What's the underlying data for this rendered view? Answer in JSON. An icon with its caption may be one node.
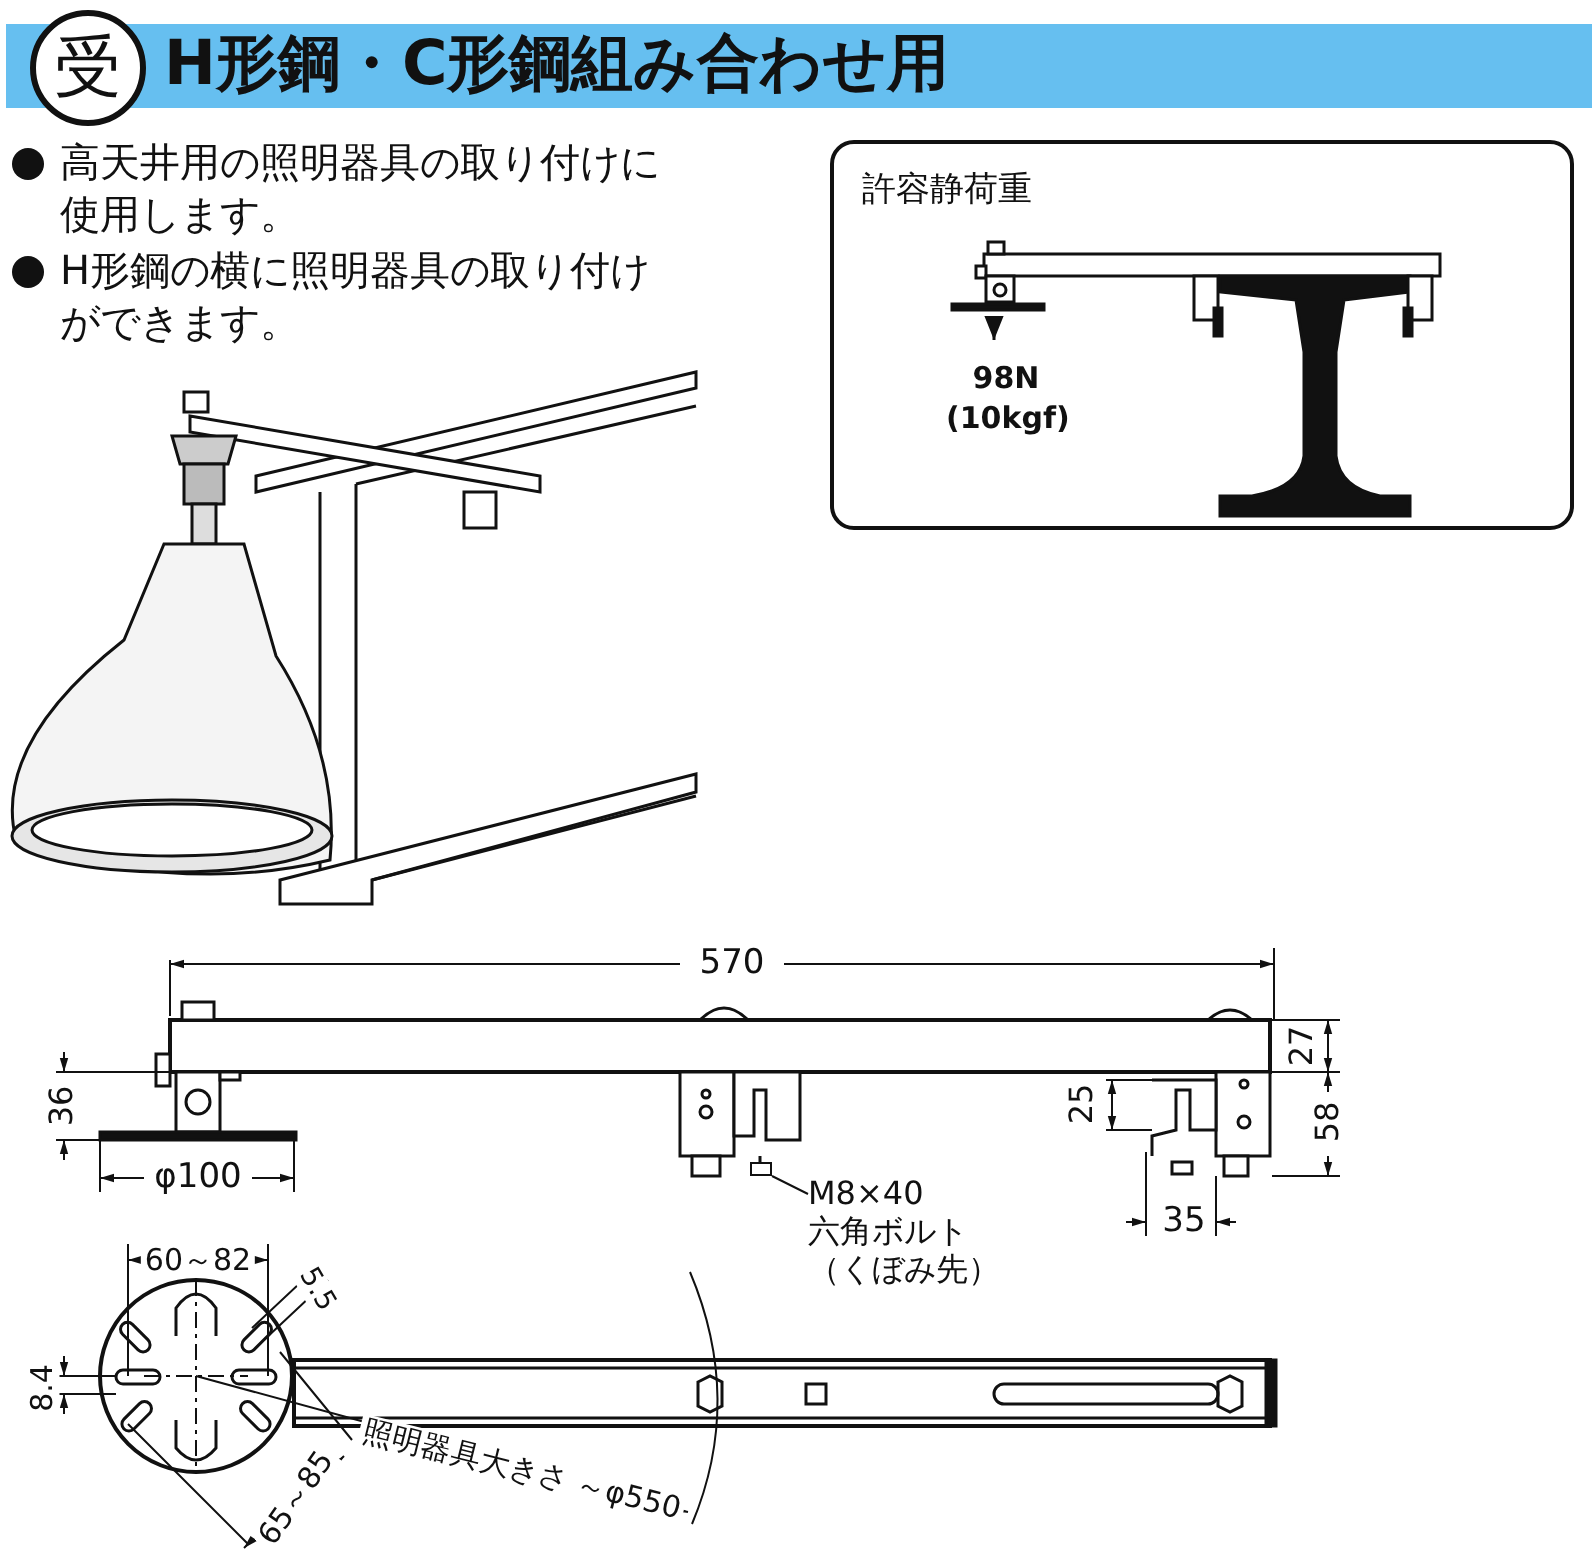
{
  "diagram": {
    "title": "H形鋼・C形鋼組み合わせ用",
    "nodes": [
      {
        "text": [
          "許容静荷重",
          "98N (10kgf)"
        ]
      },
      {
        "text": [
          "M8×40 六角ボルト（くぼみ先）"
        ]
      },
      {
        "text": [],
        "shape": "box"
      }
    ],
    "edges": [
      {
        "from": 1,
        "to": 2,
        "arrow": "none"
      }
    ],
    "labels": [
      "受",
      "高天井用の照明器具の取り付けに使用します。",
      "H形鋼の横に照明器具の取り付けができます。",
      "570",
      "27",
      "36",
      "25",
      "58",
      "φ100",
      "35",
      "60～82",
      "5.5",
      "8.4",
      "65～85",
      "照明器具大きさ ～φ550"
    ]
  }
}
